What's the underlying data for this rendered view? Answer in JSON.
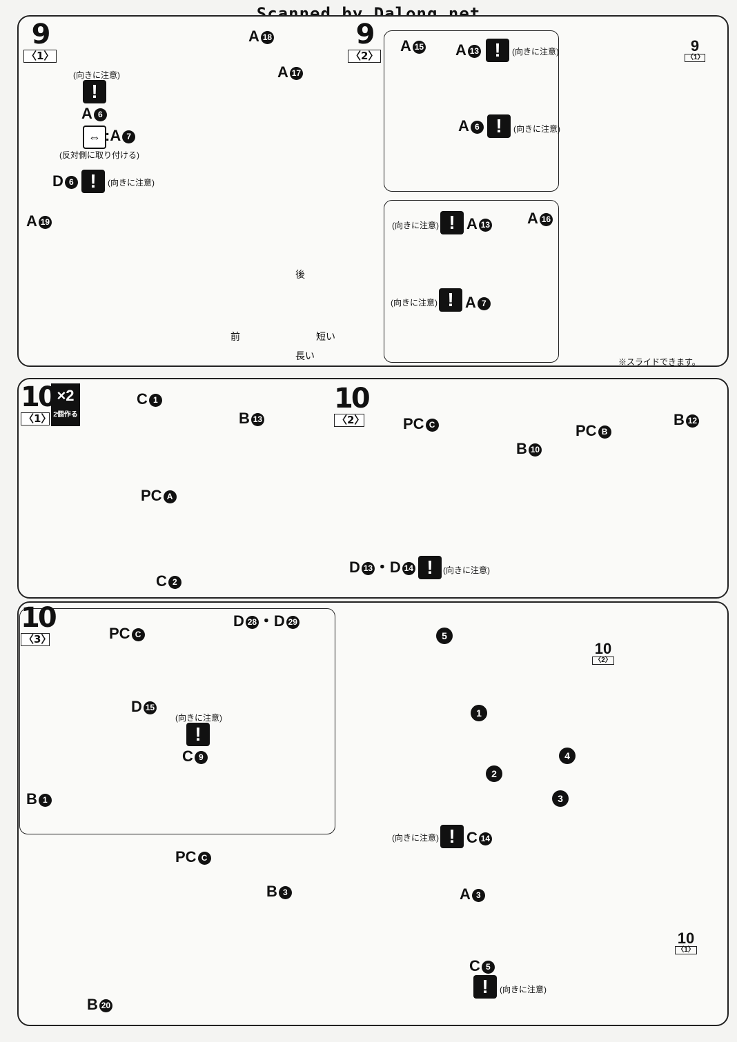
{
  "watermark": "Scanned by Dalong.net",
  "steps": {
    "s9_1": {
      "num": "9",
      "sub": "〈1〉"
    },
    "s9_2": {
      "num": "9",
      "sub": "〈2〉"
    },
    "s10_1": {
      "num": "10",
      "sub": "〈1〉"
    },
    "s10_2": {
      "num": "10",
      "sub": "〈2〉"
    },
    "s10_3": {
      "num": "10",
      "sub": "〈3〉"
    }
  },
  "refs": {
    "r9_1": {
      "num": "9",
      "sub": "〈1〉"
    },
    "r10_2": {
      "num": "10",
      "sub": "〈2〉"
    },
    "r10_1": {
      "num": "10",
      "sub": "〈1〉"
    }
  },
  "notes": {
    "caution": "(向きに注意)",
    "attach_opposite": "(反対側に取り付ける)",
    "rear": "後",
    "front": "前",
    "short": "短い",
    "long": "長い",
    "slide": "※スライドできます。",
    "make_two": "2個作る",
    "times_two": "×2",
    "warn_glyph": "!",
    "flip_glyph": "⇔"
  },
  "parts": {
    "p9_1": {
      "a18": {
        "letter": "A",
        "num": "18"
      },
      "a17": {
        "letter": "A",
        "num": "17"
      },
      "a6": {
        "letter": "A",
        "num": "6"
      },
      "a7": {
        "letter": ":A",
        "num": "7"
      },
      "d6": {
        "letter": "D",
        "num": "6"
      },
      "a19": {
        "letter": "A",
        "num": "19"
      }
    },
    "p9_2": {
      "a15": {
        "letter": "A",
        "num": "15"
      },
      "a13": {
        "letter": "A",
        "num": "13"
      },
      "a6": {
        "letter": "A",
        "num": "6"
      },
      "a13b": {
        "letter": "A",
        "num": "13"
      },
      "a16": {
        "letter": "A",
        "num": "16"
      },
      "a7": {
        "letter": "A",
        "num": "7"
      }
    },
    "p10_1": {
      "c1": {
        "letter": "C",
        "num": "1"
      },
      "pca": {
        "letter": "PC",
        "num": "A"
      },
      "c2": {
        "letter": "C",
        "num": "2"
      },
      "b13": {
        "letter": "B",
        "num": "13"
      }
    },
    "p10_2": {
      "pcc": {
        "letter": "PC",
        "num": "C"
      },
      "d13": {
        "letter": "D",
        "num": "13"
      },
      "dot": "・",
      "d14": {
        "letter": "D",
        "num": "14"
      },
      "b12": {
        "letter": "B",
        "num": "12"
      },
      "pcb": {
        "letter": "PC",
        "num": "B"
      },
      "b10": {
        "letter": "B",
        "num": "10"
      }
    },
    "p10_3": {
      "pcc1": {
        "letter": "PC",
        "num": "C"
      },
      "d28": {
        "letter": "D",
        "num": "28"
      },
      "dot": "・",
      "d29": {
        "letter": "D",
        "num": "29"
      },
      "d15": {
        "letter": "D",
        "num": "15"
      },
      "c9": {
        "letter": "C",
        "num": "9"
      },
      "b1": {
        "letter": "B",
        "num": "1"
      },
      "pcc2": {
        "letter": "PC",
        "num": "C"
      },
      "b3": {
        "letter": "B",
        "num": "3"
      },
      "b20": {
        "letter": "B",
        "num": "20"
      },
      "c14": {
        "letter": "C",
        "num": "14"
      },
      "a3": {
        "letter": "A",
        "num": "3"
      },
      "c5": {
        "letter": "C",
        "num": "5"
      }
    }
  },
  "sequence": [
    "1",
    "2",
    "3",
    "4",
    "5"
  ]
}
